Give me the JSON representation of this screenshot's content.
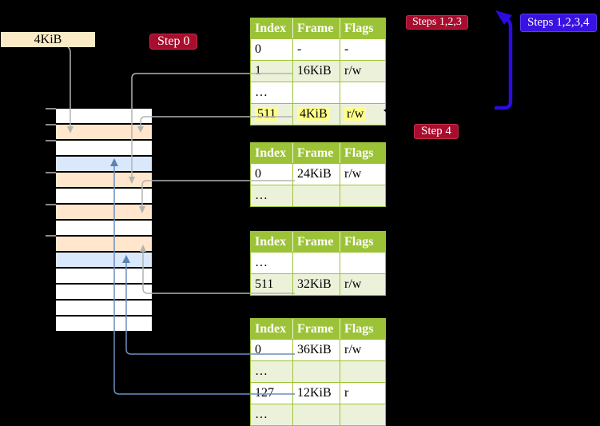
{
  "frame_box": {
    "label": "4KiB"
  },
  "steps": {
    "step0": "Step 0",
    "steps123": "Steps 1,2,3",
    "steps1234": "Steps 1,2,3,4",
    "step4": "Step 4"
  },
  "memory": {
    "rows": [
      {
        "fill": "white"
      },
      {
        "fill": "peach"
      },
      {
        "fill": "white"
      },
      {
        "fill": "blue"
      },
      {
        "fill": "peach"
      },
      {
        "fill": "white"
      },
      {
        "fill": "peach"
      },
      {
        "fill": "white"
      },
      {
        "fill": "peach"
      },
      {
        "fill": "blue"
      },
      {
        "fill": "white"
      },
      {
        "fill": "white"
      },
      {
        "fill": "white"
      },
      {
        "fill": "white"
      }
    ]
  },
  "tables": [
    {
      "headers": [
        "Index",
        "Frame",
        "Flags"
      ],
      "rows": [
        {
          "cells": [
            "0",
            "-",
            "-"
          ],
          "shade": "white"
        },
        {
          "cells": [
            "1",
            "16KiB",
            "r/w"
          ],
          "shade": "green"
        },
        {
          "cells": [
            "…",
            "",
            ""
          ],
          "shade": "white"
        },
        {
          "cells": [
            "511",
            "4KiB",
            "r/w"
          ],
          "shade": "green",
          "highlight": true
        }
      ]
    },
    {
      "headers": [
        "Index",
        "Frame",
        "Flags"
      ],
      "rows": [
        {
          "cells": [
            "0",
            "24KiB",
            "r/w"
          ],
          "shade": "white"
        },
        {
          "cells": [
            "…",
            "",
            ""
          ],
          "shade": "green"
        }
      ]
    },
    {
      "headers": [
        "Index",
        "Frame",
        "Flags"
      ],
      "rows": [
        {
          "cells": [
            "…",
            "",
            ""
          ],
          "shade": "white"
        },
        {
          "cells": [
            "511",
            "32KiB",
            "r/w"
          ],
          "shade": "green"
        }
      ]
    },
    {
      "headers": [
        "Index",
        "Frame",
        "Flags"
      ],
      "rows": [
        {
          "cells": [
            "0",
            "36KiB",
            "r/w"
          ],
          "shade": "white"
        },
        {
          "cells": [
            "…",
            "",
            ""
          ],
          "shade": "green"
        },
        {
          "cells": [
            "127",
            "12KiB",
            "r"
          ],
          "shade": "white"
        },
        {
          "cells": [
            "…",
            "",
            ""
          ],
          "shade": "green"
        }
      ]
    }
  ],
  "colors": {
    "table_header": "#9cc337",
    "table_row_green": "#ecf2da",
    "memory_peach": "#ffe6cc",
    "memory_blue": "#dae8fc",
    "highlight_yellow": "#ffff88",
    "badge_red": "#a80d2d",
    "badge_blue": "#3912e2",
    "thick_arrow_blue": "#2b0ce0",
    "connector_gray": "#b3b3b3",
    "connector_blue": "#6c8ebf"
  }
}
